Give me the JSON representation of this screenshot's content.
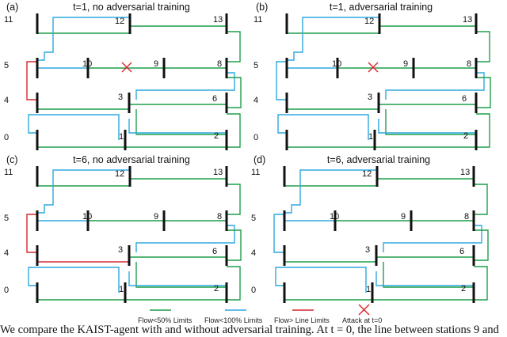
{
  "colors": {
    "green": "#1f9e4a",
    "blue": "#2ea9df",
    "red": "#d6282e",
    "bus": "#111111",
    "attack": "#e0262b"
  },
  "panels": [
    {
      "letter": "(a)",
      "title": "t=1, no adversarial training"
    },
    {
      "letter": "(b)",
      "title": "t=1, adversarial training"
    },
    {
      "letter": "(c)",
      "title": "t=6, no adversarial training"
    },
    {
      "letter": "(d)",
      "title": "t=6, adversarial training"
    }
  ],
  "node_labels": [
    "11",
    "12",
    "13",
    "5",
    "10",
    "9",
    "8",
    "4",
    "3",
    "6",
    "0",
    "1",
    "2"
  ],
  "legend": [
    {
      "label": "Flow<50% Limits",
      "color_key": "green"
    },
    {
      "label": "Flow<100% Limits",
      "color_key": "blue"
    },
    {
      "label": "Flow> Line Limits",
      "color_key": "red"
    },
    {
      "label": "Attack at t=0",
      "icon": "attack-cross-icon"
    }
  ],
  "caption": "We compare the KAIST-agent with and without adversarial training. At t = 0, the line between stations 9 and"
}
